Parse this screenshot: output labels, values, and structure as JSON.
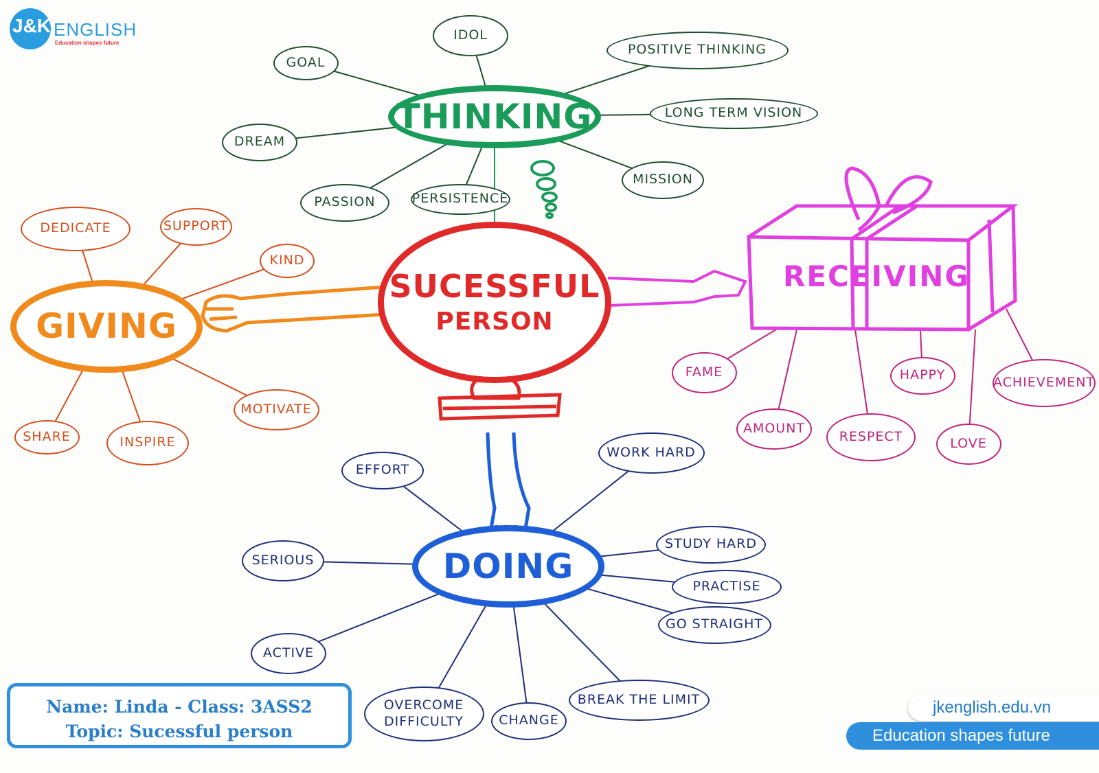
{
  "logo": {
    "brand_mark": "J&K",
    "brand_name": "ENGLISH",
    "tagline": "Education shapes future"
  },
  "colors": {
    "thinking": "#1a9b5a",
    "thinking_leaf": "#1f4f2f",
    "center": "#e02a2a",
    "giving": "#f08a1d",
    "giving_leaf": "#d5501d",
    "receiving": "#e040e0",
    "receiving_leaf": "#c0247a",
    "doing": "#1e5fd8",
    "doing_leaf": "#1e2e7a"
  },
  "center": {
    "line1": "SUCESSFUL",
    "line2": "PERSON"
  },
  "thinking": {
    "label": "THINKING",
    "leaves": [
      "IDOL",
      "GOAL",
      "POSITIVE THINKING",
      "LONG TERM VISION",
      "DREAM",
      "MISSION",
      "PASSION",
      "persistence"
    ]
  },
  "giving": {
    "label": "GIVING",
    "leaves": [
      "DEDICATE",
      "SUPPORT",
      "KIND",
      "SHARE",
      "INSPIRE",
      "MOTIVATE"
    ]
  },
  "receiving": {
    "label": "RECEIVING",
    "leaves": [
      "FAME",
      "AMOUNT",
      "RESPECT",
      "HAPPY",
      "LOVE",
      "ACHIEVEMENT"
    ]
  },
  "doing": {
    "label": "DOING",
    "leaves": [
      "EFFORT",
      "WORK HARD",
      "SERIOUS",
      "STUDY HARD",
      "Practise",
      "GO STRAIGHT",
      "ACTIVE",
      "OVERCOME\nDIFFICULTY",
      "CHANGE",
      "BREAK THE LIMIT"
    ]
  },
  "info": {
    "line1": "Name: Linda - Class: 3ASS2",
    "line2": "Topic: Sucessful person"
  },
  "footer": {
    "url": "jkenglish.edu.vn",
    "slogan": "Education shapes future"
  }
}
